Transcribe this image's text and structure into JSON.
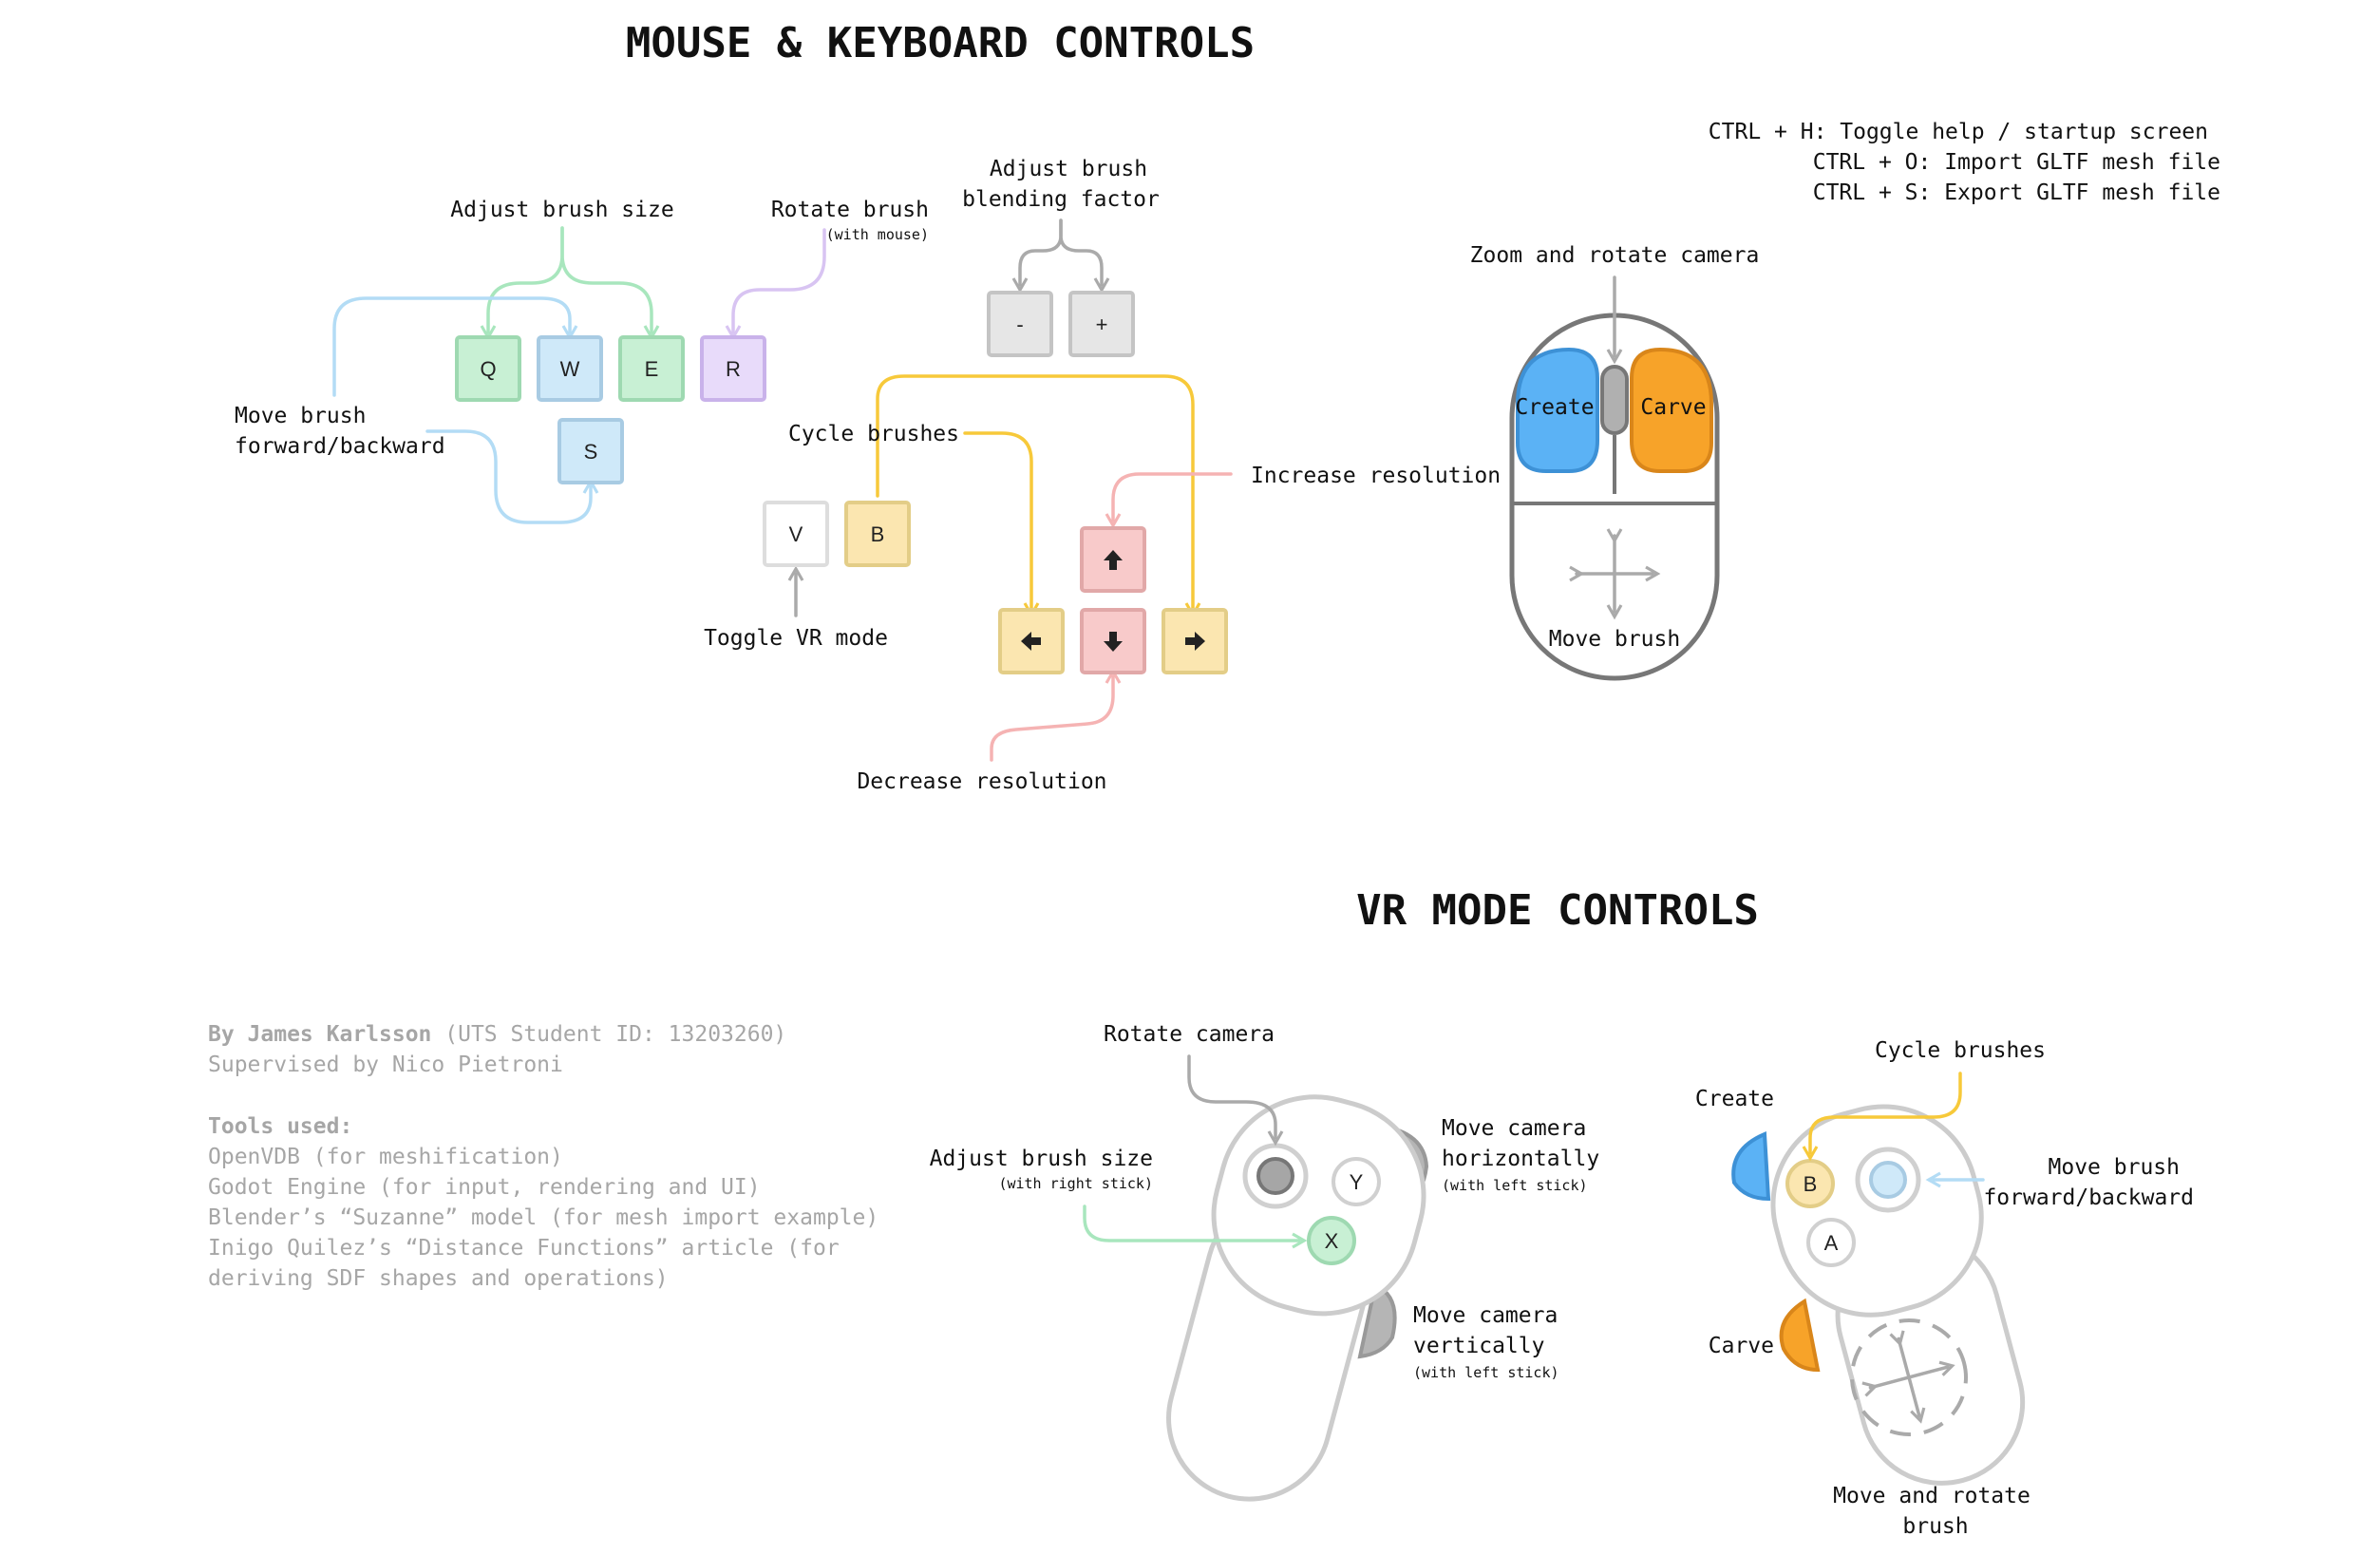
{
  "mk": {
    "heading": "MOUSE & KEYBOARD CONTROLS",
    "shortcuts": [
      "CTRL + H: Toggle help / startup screen",
      "CTRL + O: Import GLTF mesh file",
      "CTRL + S: Export GLTF mesh file"
    ],
    "labels": {
      "adjust_size": "Adjust brush size",
      "rotate_brush": "Rotate brush",
      "rotate_brush_sub": "(with mouse)",
      "blend_1": "Adjust brush",
      "blend_2": "blending factor",
      "move_1": "Move brush",
      "move_2": "forward/backward",
      "cycle": "Cycle brushes",
      "toggle_vr": "Toggle VR mode",
      "increase_res": "Increase resolution",
      "decrease_res": "Decrease resolution",
      "zoom_rotate": "Zoom and rotate camera"
    },
    "keys": {
      "q": "Q",
      "w": "W",
      "e": "E",
      "r": "R",
      "s": "S",
      "v": "V",
      "b": "B",
      "minus": "-",
      "plus": "+"
    },
    "mouse": {
      "left": "Create",
      "right": "Carve",
      "body": "Move brush"
    }
  },
  "vr": {
    "heading": "VR MODE CONTROLS",
    "left_controller": {
      "rotate_camera": "Rotate camera",
      "adjust_size": "Adjust brush size",
      "adjust_size_sub": "(with right stick)",
      "move_h_1": "Move camera",
      "move_h_2": "horizontally",
      "move_h_sub": "(with left stick)",
      "move_v_1": "Move camera",
      "move_v_2": "vertically",
      "move_v_sub": "(with left stick)",
      "btn_y": "Y",
      "btn_x": "X"
    },
    "right_controller": {
      "cycle": "Cycle brushes",
      "create": "Create",
      "carve": "Carve",
      "move_1": "Move brush",
      "move_2": "forward/backward",
      "move_rot_1": "Move and rotate",
      "move_rot_2": "brush",
      "btn_b": "B",
      "btn_a": "A"
    }
  },
  "credits": {
    "author_name": "By James Karlsson",
    "author_id": " (UTS Student ID: 13203260)",
    "supervisor": "Supervised by Nico Pietroni",
    "tools_heading": "Tools used:",
    "tools": [
      "OpenVDB (for meshification)",
      "Godot Engine (for input, rendering and UI)",
      "Blender’s “Suzanne” model (for mesh import example)",
      "Inigo Quilez’s “Distance Functions” article (for",
      "deriving SDF shapes and operations)"
    ]
  },
  "colors": {
    "green": "#a8e6bd",
    "blue": "#b3dcf5",
    "purple": "#d8c4f2",
    "yellow": "#f7c93a",
    "red": "#f5b3b3",
    "gray": "#aaaaaa",
    "mouse_blue": "#5bb2f5",
    "mouse_orange": "#f7a329"
  }
}
